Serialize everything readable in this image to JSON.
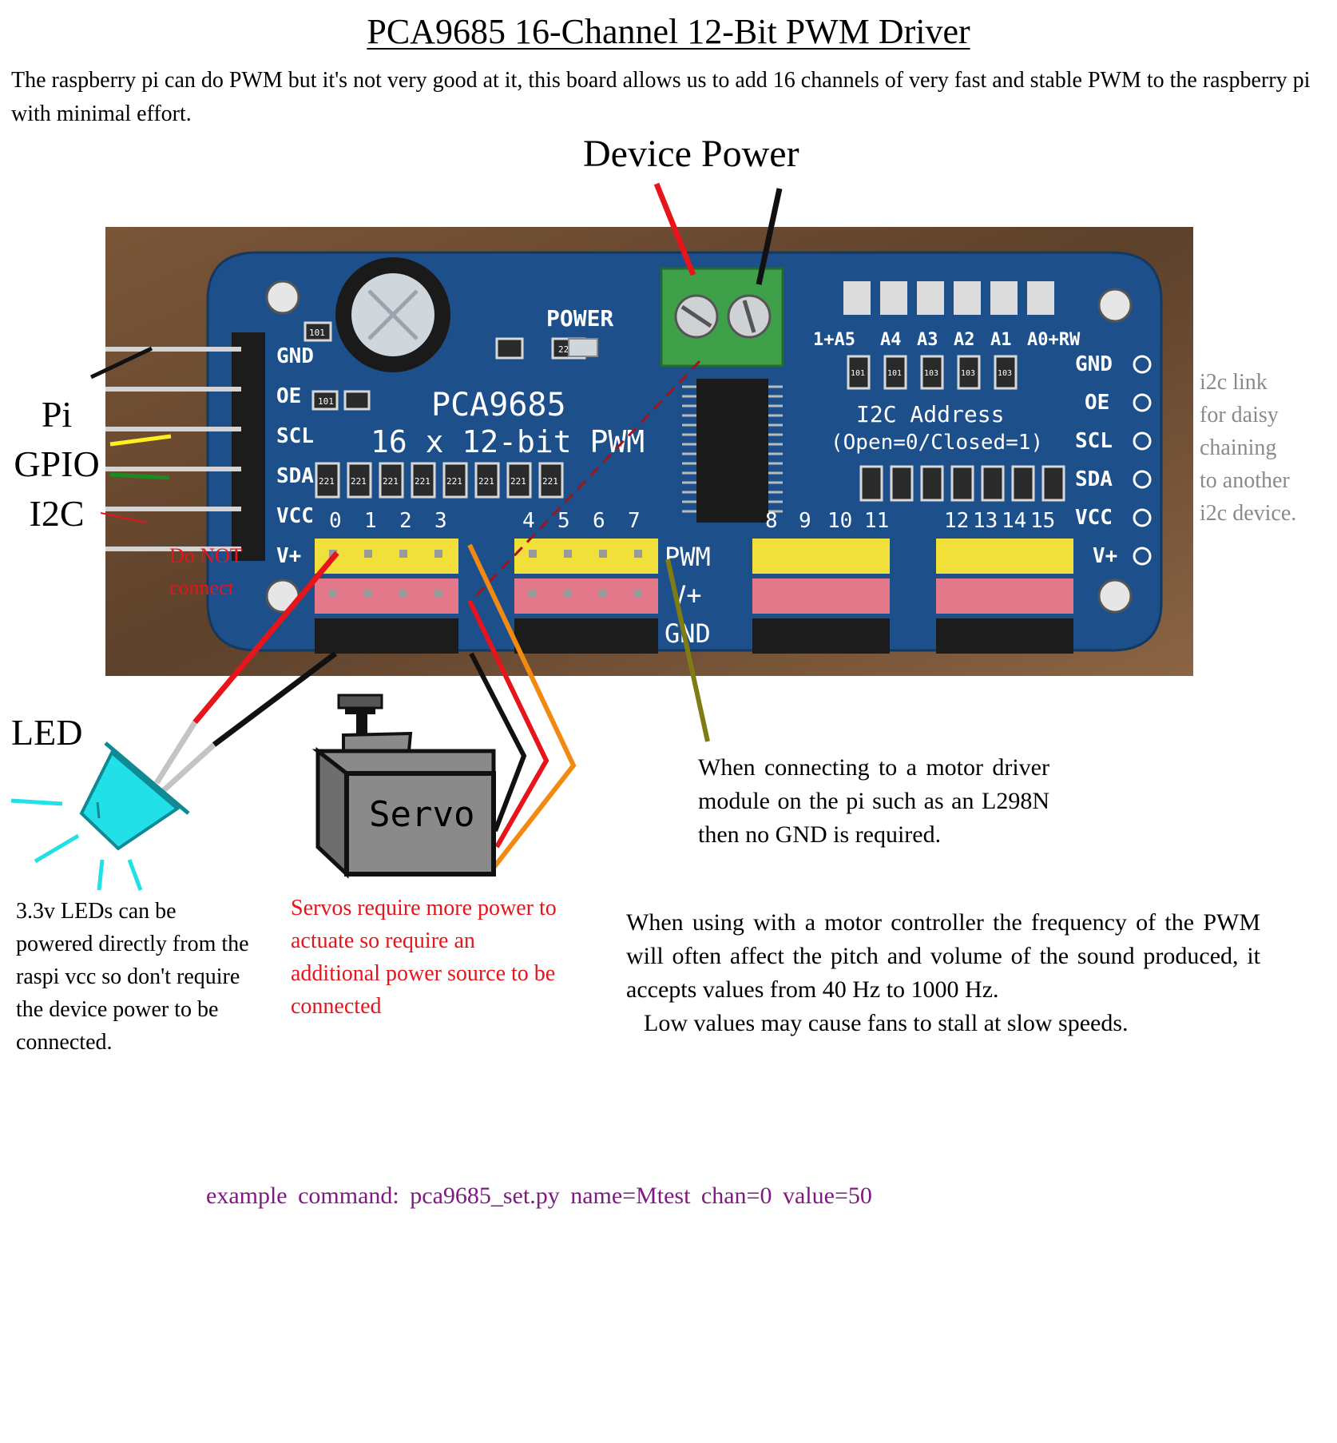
{
  "title": "PCA9685 16-Channel 12-Bit PWM Driver",
  "intro": "The raspberry pi can do PWM but it's not very good at it, this board allows us to add 16 channels of very fast and stable PWM to the raspberry pi with minimal effort.",
  "device_power": "Device Power",
  "pi_label": [
    "Pi",
    "GPIO",
    "I2C"
  ],
  "do_not_connect": [
    "Do NOT",
    "connect"
  ],
  "i2c_link": [
    "i2c link",
    "for daisy",
    "chaining",
    "to another",
    "i2c device."
  ],
  "board": {
    "chip_name": "PCA9685",
    "chip_desc": "16 x 12-bit PWM",
    "power_label": "POWER",
    "address_label": "I2C Address",
    "address_desc": "(Open=0/Closed=1)",
    "address_pins": [
      "1+A5",
      "A4",
      "A3",
      "A2",
      "A1",
      "A0+RW"
    ],
    "left_pins": [
      "GND",
      "OE",
      "SCL",
      "SDA",
      "VCC",
      "V+"
    ],
    "right_pins": [
      "GND",
      "OE",
      "SCL",
      "SDA",
      "VCC",
      "V+"
    ],
    "channels_1": [
      "0",
      "1",
      "2",
      "3"
    ],
    "channels_2": [
      "4",
      "5",
      "6",
      "7"
    ],
    "channels_3": [
      "8",
      "9",
      "10",
      "11"
    ],
    "channels_4": [
      "12",
      "13",
      "14",
      "15"
    ],
    "row_labels": [
      "PWM",
      "V+",
      "GND"
    ],
    "resistor_a": "101",
    "resistor_b": "221",
    "resistor_c": "103",
    "colors": {
      "pcb": "#1d4f8a",
      "terminal": "#3fa04a",
      "pwm_header": "#f2e03a",
      "vplus_header": "#e2788a",
      "gnd_header": "#1c1c1c",
      "wood": "#6b4a32"
    }
  },
  "led": {
    "label": "LED",
    "note": "3.3v LEDs can be powered directly from the raspi vcc so don't require the device power to be connected.",
    "color": "#22e0e8"
  },
  "servo": {
    "label": "Servo",
    "note": "Servos require more power to actuate so require an additional power source to be connected"
  },
  "motor_note": "When connecting to a motor driver module on the pi such as an L298N then no GND is required.",
  "freq_note": {
    "line1": "When using with a motor controller the frequency of the PWM will often affect the pitch and volume of the sound produced, it accepts values from 40 Hz to 1000 Hz.",
    "line2": "Low values may cause fans to stall at slow speeds."
  },
  "example": "example command: pca9685_set.py name=Mtest chan=0 value=50",
  "wire_colors": {
    "red": "#e8141b",
    "black": "#111111",
    "orange": "#f28a12",
    "olive": "#7e7c12",
    "yellow": "#ffee22",
    "green": "#1a8a22",
    "grey": "#c4c4c4"
  }
}
